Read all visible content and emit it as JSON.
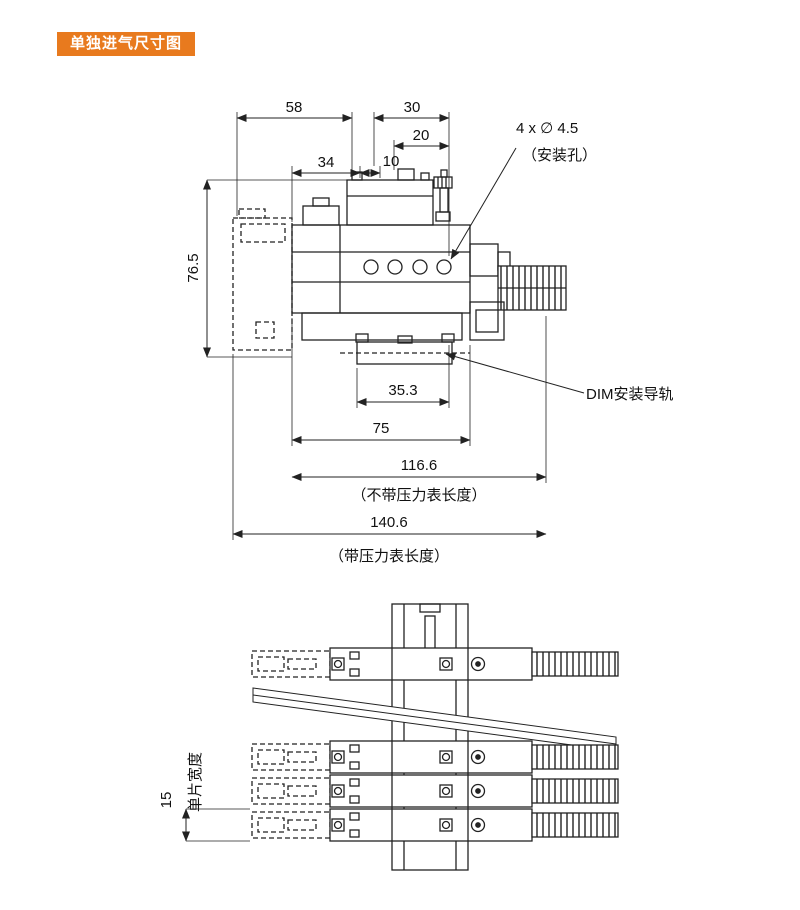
{
  "header": {
    "title": "单独进气尺寸图"
  },
  "colors": {
    "accent": "#e87a1e",
    "line": "#222222",
    "background": "#ffffff"
  },
  "main_view": {
    "dim_58": "58",
    "dim_30": "30",
    "dim_20": "20",
    "dim_34": "34",
    "dim_10": "10",
    "dim_76_5": "76.5",
    "dim_35_3": "35.3",
    "dim_75": "75",
    "dim_116_6": "116.6",
    "note_116_6": "（不带压力表长度）",
    "dim_140_6": "140.6",
    "note_140_6": "（带压力表长度）",
    "callout_holes": "4 x ∅ 4.5",
    "callout_holes_note": "（安装孔）",
    "label_din_rail": "DIM安装导轨"
  },
  "bottom_view": {
    "dim_15": "15",
    "label_slice_width": "单片宽度"
  }
}
